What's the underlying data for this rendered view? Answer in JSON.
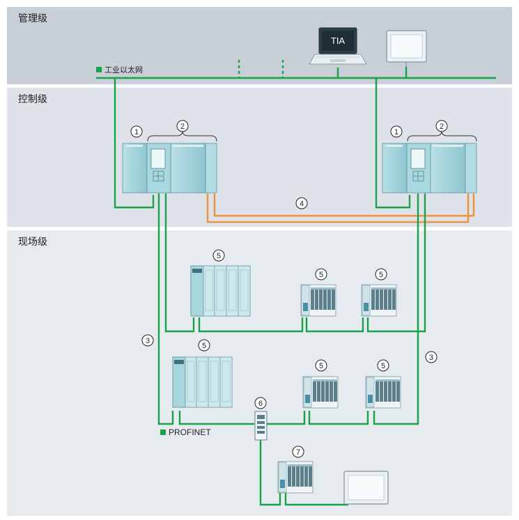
{
  "levels": {
    "management": "管理级",
    "control": "控制级",
    "field": "现场级"
  },
  "legend": {
    "ethernet": "工业以太网",
    "profinet": "PROFINET"
  },
  "laptop_screen_text": "TIA",
  "callouts": {
    "c1": "1",
    "c2": "2",
    "c3": "3",
    "c4": "4",
    "c5": "5",
    "c6": "6",
    "c7": "7"
  },
  "colors": {
    "ethernet": "#17a24a",
    "sync_link": "#f0923a",
    "zone_management": "#c9cfd6",
    "zone_control": "#dde3e9",
    "zone_field": "#e6ebef",
    "device_body": "#9fd0d9"
  }
}
